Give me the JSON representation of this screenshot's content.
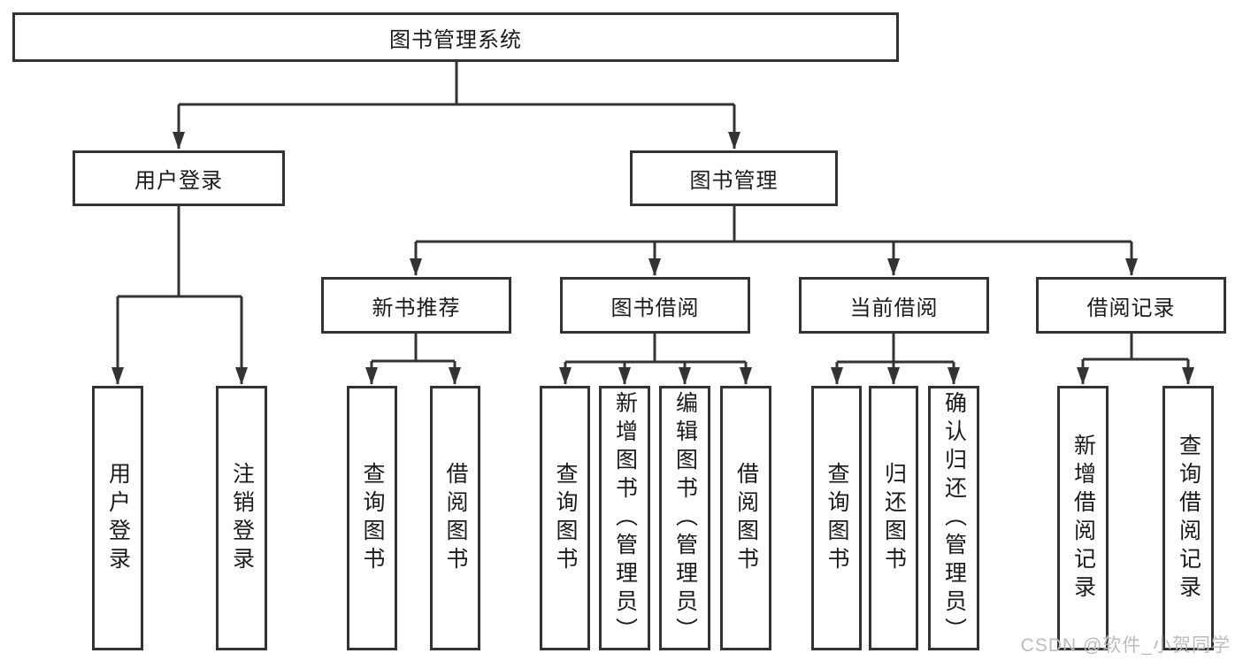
{
  "diagram_type": "hierarchy-tree",
  "tree": {
    "root_label": "图书管理系统",
    "children": [
      {
        "label": "用户登录",
        "leaves": [
          "用户登录",
          "注销登录"
        ]
      },
      {
        "label": "图书管理",
        "children": [
          {
            "label": "新书推荐",
            "leaves": [
              "查询图书",
              "借阅图书"
            ]
          },
          {
            "label": "图书借阅",
            "leaves": [
              "查询图书",
              "新增图书（管理员）",
              "编辑图书（管理员）",
              "借阅图书"
            ]
          },
          {
            "label": "当前借阅",
            "leaves": [
              "查询图书",
              "归还图书",
              "确认归还（管理员）"
            ]
          },
          {
            "label": "借阅记录",
            "leaves": [
              "新增借阅记录",
              "查询借阅记录"
            ]
          }
        ]
      }
    ]
  },
  "watermark": {
    "text": "CSDN @软件_小贺同学"
  },
  "colors": {
    "line": "#333333",
    "text": "#1b1b1b",
    "watermark": "#bcbcbc",
    "background": "#ffffff"
  }
}
